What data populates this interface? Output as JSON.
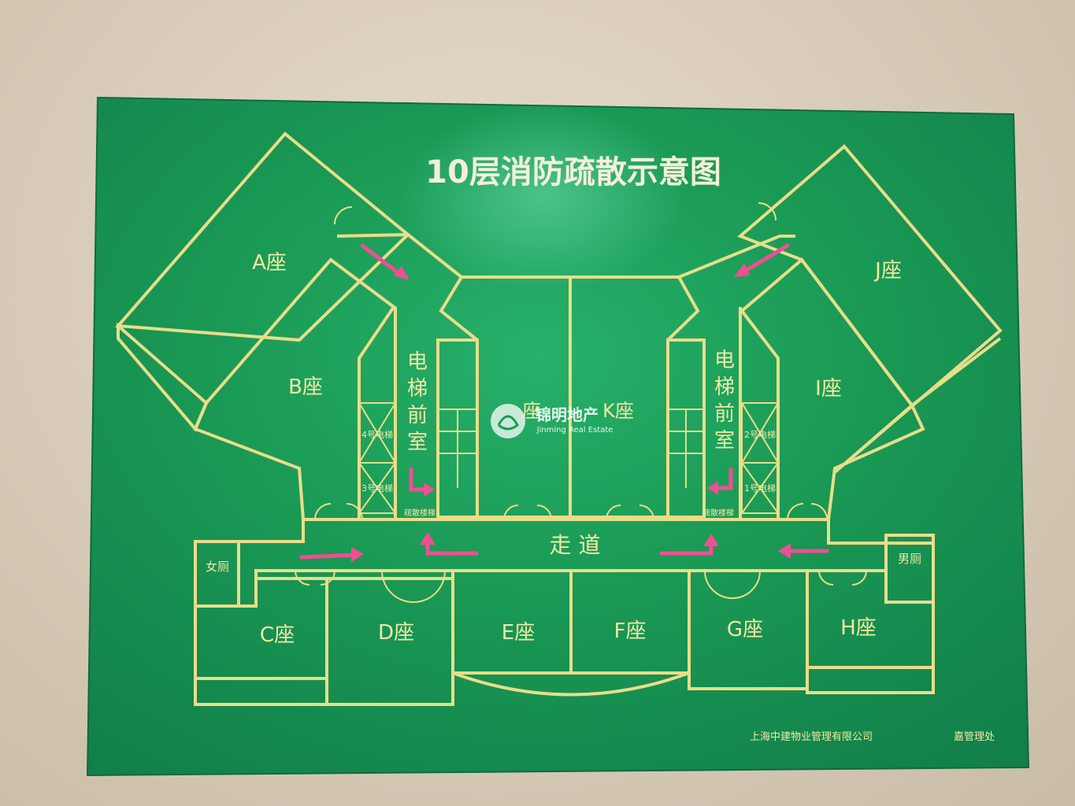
{
  "sign": {
    "title": "10层消防疏散示意图",
    "footer_company": "上海中建物业管理有限公司",
    "footer_office": "嘉管理处",
    "corridor_label": "走 道",
    "lobby_left": [
      "电",
      "梯",
      "前",
      "室"
    ],
    "lobby_right": [
      "电",
      "梯",
      "前",
      "室"
    ],
    "elevators": {
      "e4": "4号电梯",
      "e3": "3号电梯",
      "e2": "2号电梯",
      "e1": "1号电梯"
    },
    "stairs_left": "疏散楼梯",
    "stairs_right": "疏散楼梯",
    "female_wc": "女厕",
    "male_wc": "男厕",
    "units": {
      "A": "A座",
      "B": "B座",
      "C": "C座",
      "D": "D座",
      "E": "E座",
      "F": "F座",
      "G": "G座",
      "H": "H座",
      "I": "I座",
      "J": "J座",
      "K": "K座",
      "L": "座"
    },
    "colors": {
      "board": "#1b9a55",
      "lines": "#e9dd8a",
      "arrows": "#ef4f93"
    }
  },
  "watermark": {
    "brand": "锦明地产",
    "english": "Jinming Real Estate"
  }
}
